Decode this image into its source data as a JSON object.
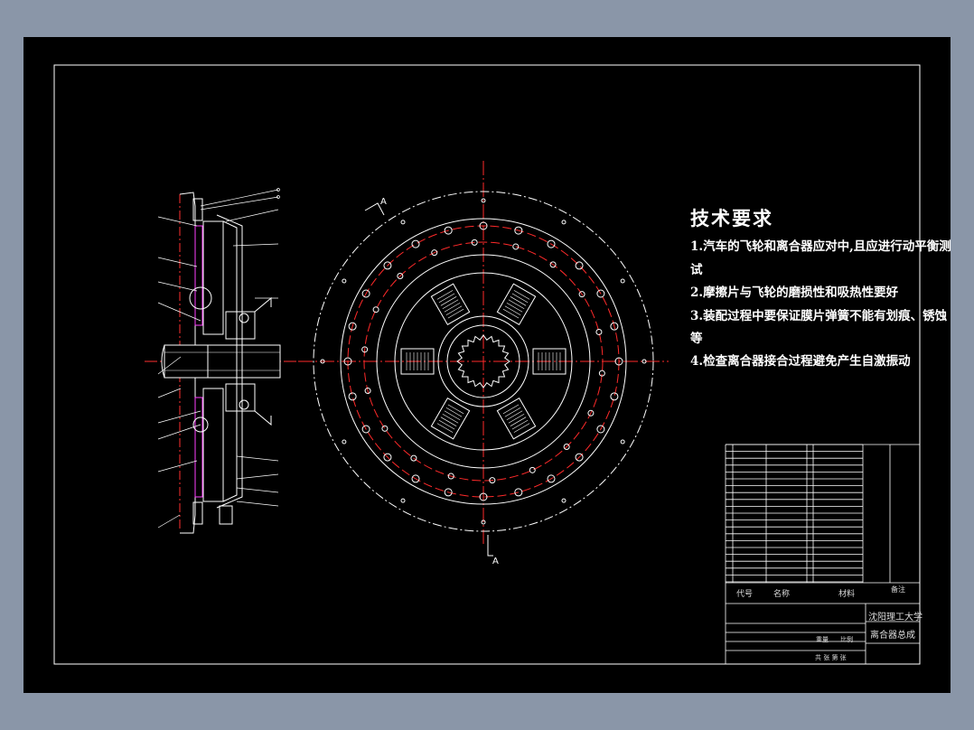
{
  "technical_requirements": {
    "title": "技术要求",
    "items": [
      "1.汽车的飞轮和离合器应对中,且应进行动平衡测",
      "试",
      "2.摩擦片与飞轮的磨损性和吸热性要好",
      "3.装配过程中要保证膜片弹簧不能有划痕、锈蚀",
      "等",
      "4.检查离合器接合过程避免产生自激振动"
    ]
  },
  "section_labels": {
    "section_top": "A",
    "section_bottom": "A"
  },
  "title_block": {
    "university": "沈阳理工大学",
    "drawing_name": "离合器总成",
    "header_code": "代号",
    "header_name": "名称",
    "header_material": "材料",
    "header_remark": "备注",
    "sheet_label": "共  张  第  张",
    "scale_label": "比例",
    "weight_label": "重量"
  },
  "colors": {
    "sheet": "#000000",
    "lines": "#ffffff",
    "centerlines": "#ff2020",
    "background": "#8a96a8"
  }
}
